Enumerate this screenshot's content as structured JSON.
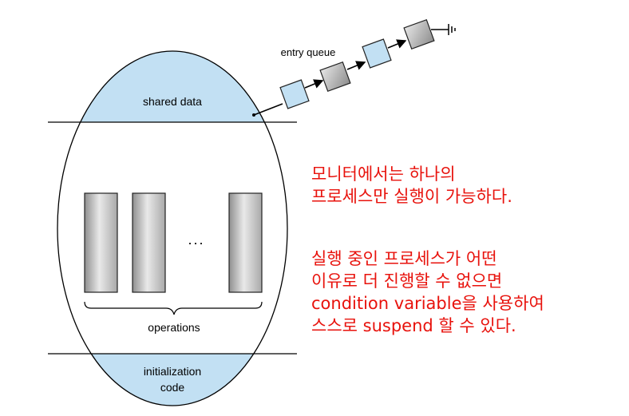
{
  "diagram": {
    "queue_label": "entry queue",
    "shared_data_label": "shared data",
    "ellipsis": "...",
    "operations_label": "operations",
    "init_label_line1": "initialization",
    "init_label_line2": "code"
  },
  "notes": {
    "note1": [
      "모니터에서는 하나의",
      "프로세스만 실행이 가능하다."
    ],
    "note2": [
      "실행 중인 프로세스가 어떤",
      "이유로 더 진행할 수 없으면",
      "condition variable을 사용하여",
      "스스로 suspend 할 수 있다."
    ]
  },
  "colors": {
    "light_blue": "#c2e0f3",
    "gray_box": "#c2c2c2",
    "note_red": "#e8120c"
  }
}
